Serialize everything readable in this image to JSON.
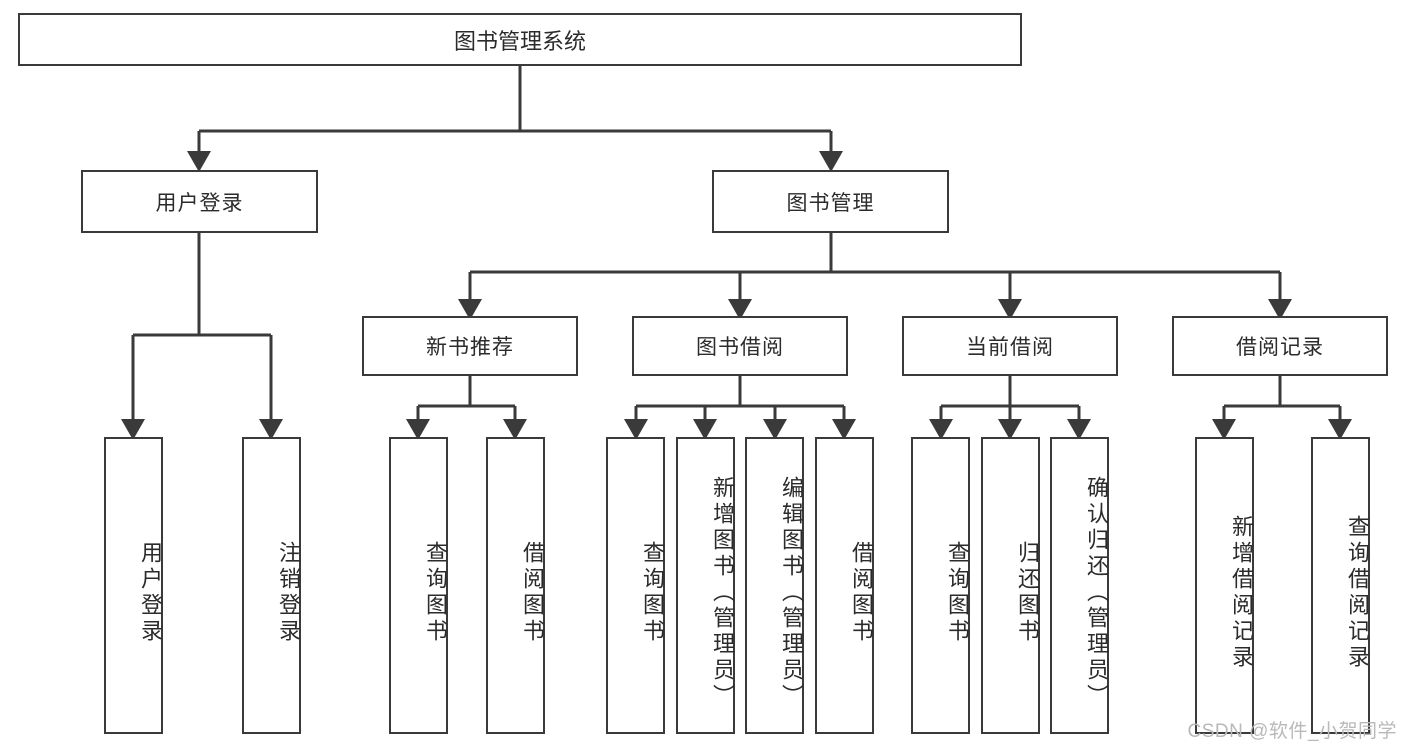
{
  "diagram": {
    "type": "tree",
    "title": "图书管理系统",
    "levels": {
      "root": {
        "label": "图书管理系统"
      },
      "level2": [
        {
          "label": "用户登录"
        },
        {
          "label": "图书管理"
        }
      ],
      "level3": [
        {
          "label": "新书推荐"
        },
        {
          "label": "图书借阅"
        },
        {
          "label": "当前借阅"
        },
        {
          "label": "借阅记录"
        }
      ],
      "leaves": {
        "user_login": [
          {
            "label": "用户登录"
          },
          {
            "label": "注销登录"
          }
        ],
        "new_book_recommend": [
          {
            "label": "查询图书"
          },
          {
            "label": "借阅图书"
          }
        ],
        "book_borrow": [
          {
            "label": "查询图书"
          },
          {
            "label": "新增图书（管理员）"
          },
          {
            "label": "编辑图书（管理员）"
          },
          {
            "label": "借阅图书"
          }
        ],
        "current_borrow": [
          {
            "label": "查询图书"
          },
          {
            "label": "归还图书"
          },
          {
            "label": "确认归还（管理员）"
          }
        ],
        "borrow_record": [
          {
            "label": "新增借阅记录"
          },
          {
            "label": "查询借阅记录"
          }
        ]
      }
    },
    "colors": {
      "stroke": "#3a3a3a",
      "fill": "#ffffff",
      "text": "#2b2b2b",
      "watermark": "#b9b9b9"
    }
  },
  "watermark": {
    "text": "CSDN @软件_小贺同学"
  }
}
